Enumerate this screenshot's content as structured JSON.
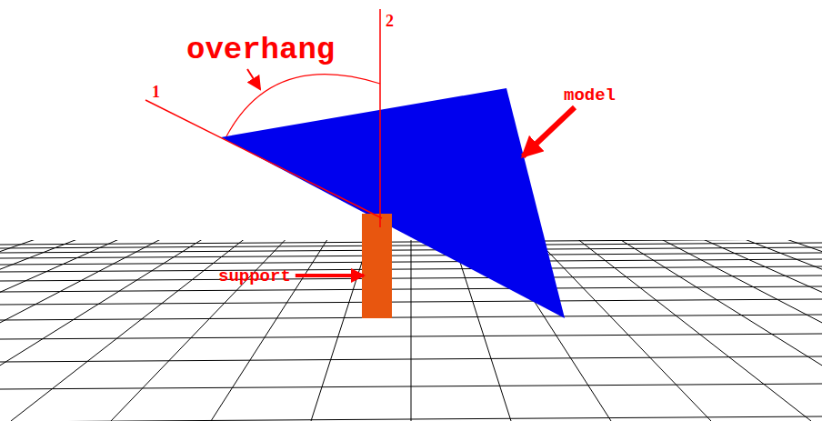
{
  "diagram": {
    "labels": [
      "2",
      "overhang",
      "1",
      "model",
      "support"
    ]
  }
}
